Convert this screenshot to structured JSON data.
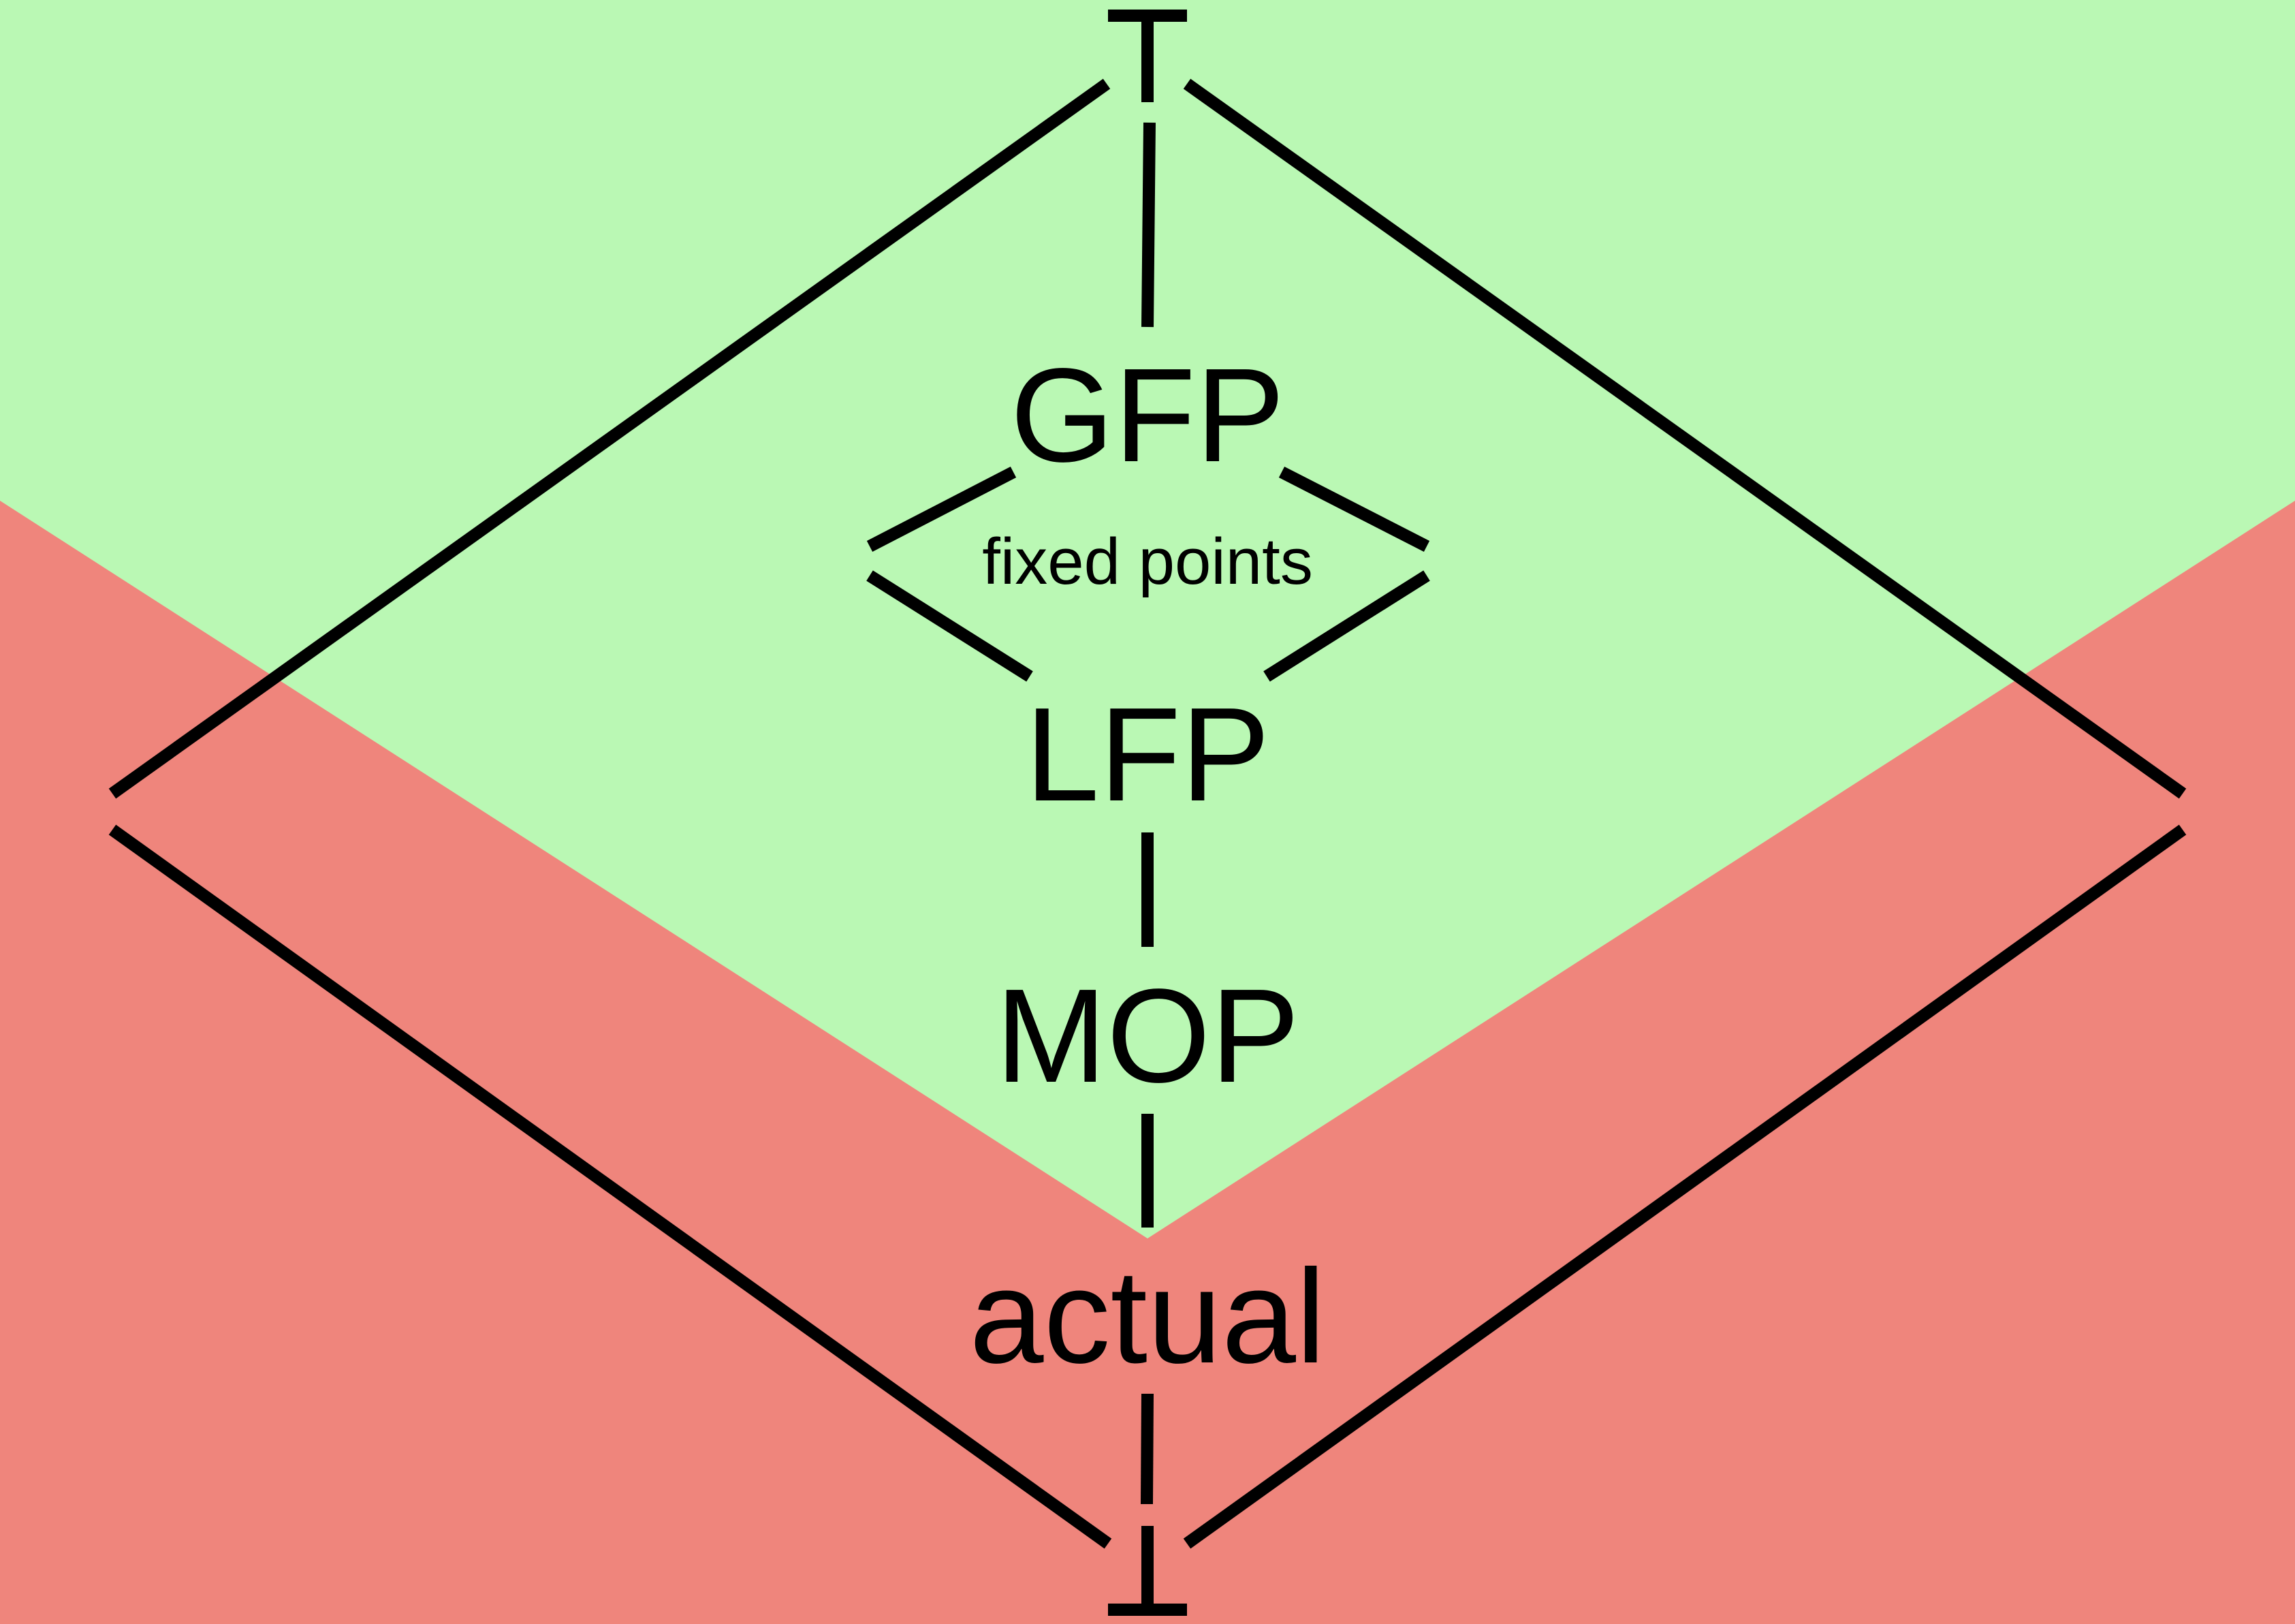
{
  "colors": {
    "sound_region": "#baf8b4",
    "unsound_region": "#ef857c",
    "ink": "#000000"
  },
  "nodes": {
    "gfp": "GFP",
    "lfp": "LFP",
    "mop": "MOP",
    "actual": "actual",
    "fixed_points": "fixed points"
  },
  "symbols": {
    "top": "top-symbol",
    "bottom": "bottom-symbol"
  }
}
